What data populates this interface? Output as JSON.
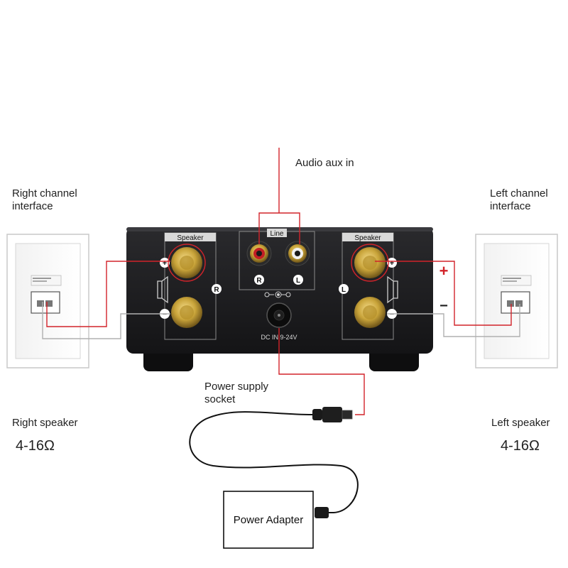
{
  "labels": {
    "audio_aux_in": "Audio aux in",
    "right_channel_line1": "Right channel",
    "right_channel_line2": "interface",
    "left_channel_line1": "Left channel",
    "left_channel_line2": "interface",
    "power_socket_line1": "Power supply",
    "power_socket_line2": "socket",
    "right_speaker": "Right speaker",
    "left_speaker": "Left speaker",
    "right_impedance": "4-16Ω",
    "left_impedance": "4-16Ω",
    "power_adapter": "Power  Adapter"
  },
  "amplifier": {
    "speaker_left_panel": "Speaker",
    "speaker_right_panel": "Speaker",
    "line_panel": "Line",
    "jack_r": "R",
    "jack_l": "L",
    "channel_r": "R",
    "channel_l": "L",
    "plus": "+",
    "minus": "−",
    "dc_in": "DC IN 9-24V"
  },
  "polarity": {
    "plus": "+",
    "minus": "−"
  },
  "colors": {
    "wire_red": "#d2232a",
    "wire_gray": "#b0b0b0",
    "amp_body": "#1b1b1d",
    "gold": "#c9a43a"
  }
}
